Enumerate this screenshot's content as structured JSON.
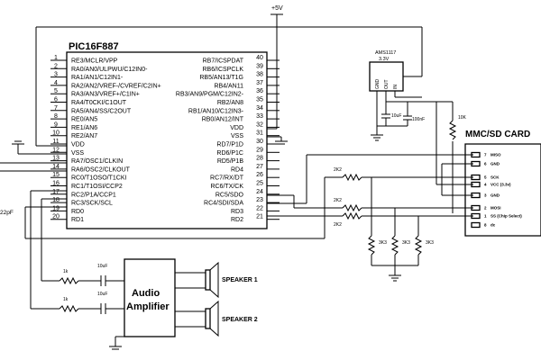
{
  "power": {
    "vcc": "+5V"
  },
  "mcu": {
    "name": "PIC16F887",
    "left_pins": [
      {
        "num": "1",
        "name": "RE3/MCLR/VPP"
      },
      {
        "num": "2",
        "name": "RA0/AN0/ULPWU/C12IN0-"
      },
      {
        "num": "3",
        "name": "RA1/AN1/C12IN1-"
      },
      {
        "num": "4",
        "name": "RA2/AN2/VREF-/CVREF/C2IN+"
      },
      {
        "num": "5",
        "name": "RA3/AN3/VREF+/C1IN+"
      },
      {
        "num": "6",
        "name": "RA4/T0CKI/C1OUT"
      },
      {
        "num": "7",
        "name": "RA5/AN4/SS/C2OUT"
      },
      {
        "num": "8",
        "name": "RE0/AN5"
      },
      {
        "num": "9",
        "name": "RE1/AN6"
      },
      {
        "num": "10",
        "name": "RE2/AN7"
      },
      {
        "num": "11",
        "name": "VDD"
      },
      {
        "num": "12",
        "name": "VSS"
      },
      {
        "num": "13",
        "name": "RA7/OSC1/CLKIN"
      },
      {
        "num": "14",
        "name": "RA6/OSC2/CLKOUT"
      },
      {
        "num": "15",
        "name": "RC0/T1OSO/T1CKI"
      },
      {
        "num": "16",
        "name": "RC1/T1OSI/CCP2"
      },
      {
        "num": "17",
        "name": "RC2/P1A/CCP1"
      },
      {
        "num": "18",
        "name": "RC3/SCK/SCL"
      },
      {
        "num": "19",
        "name": "RD0"
      },
      {
        "num": "20",
        "name": "RD1"
      }
    ],
    "right_pins": [
      {
        "num": "40",
        "name": "RB7/ICSPDAT"
      },
      {
        "num": "39",
        "name": "RB6/ICSPCLK"
      },
      {
        "num": "38",
        "name": "RB5/AN13/T1G"
      },
      {
        "num": "37",
        "name": "RB4/AN11"
      },
      {
        "num": "36",
        "name": "RB3/AN9/PGM/C12IN2-"
      },
      {
        "num": "35",
        "name": "RB2/AN8"
      },
      {
        "num": "34",
        "name": "RB1/AN10/C12IN3-"
      },
      {
        "num": "33",
        "name": "RB0/AN12/INT"
      },
      {
        "num": "32",
        "name": "VDD"
      },
      {
        "num": "31",
        "name": "VSS"
      },
      {
        "num": "30",
        "name": "RD7/P1D"
      },
      {
        "num": "29",
        "name": "RD6/P1C"
      },
      {
        "num": "28",
        "name": "RD5/P1B"
      },
      {
        "num": "27",
        "name": "RD4"
      },
      {
        "num": "26",
        "name": "RC7/RX/DT"
      },
      {
        "num": "25",
        "name": "RC6/TX/CK"
      },
      {
        "num": "24",
        "name": "RC5/SDO"
      },
      {
        "num": "23",
        "name": "RC4/SDI/SDA"
      },
      {
        "num": "22",
        "name": "RD3"
      },
      {
        "num": "21",
        "name": "RD2"
      }
    ]
  },
  "regulator": {
    "name": "AMS1117",
    "voltage": "3.3V",
    "pins": [
      "GND",
      "OUT",
      "IN"
    ],
    "cap1": "10uF",
    "cap2": "100nF"
  },
  "resistors": {
    "pullup": "10K",
    "series": [
      "2K2",
      "2K2",
      "2K2"
    ],
    "divider": [
      "3K3",
      "3K3",
      "3K3"
    ],
    "audio": [
      "1k",
      "1k"
    ]
  },
  "audio_caps": [
    "10uF",
    "10uF"
  ],
  "osc_cap": "22pF",
  "sdcard": {
    "title": "MMC/SD CARD",
    "pins": [
      {
        "num": "7",
        "name": "MISO"
      },
      {
        "num": "6",
        "name": "GND"
      },
      {
        "num": "5",
        "name": "SCK"
      },
      {
        "num": "4",
        "name": "VCC (3.3v)"
      },
      {
        "num": "3",
        "name": "GND"
      },
      {
        "num": "2",
        "name": "MOSI"
      },
      {
        "num": "1",
        "name": "SS (Chip Select)"
      },
      {
        "num": "8",
        "name": "dc"
      }
    ]
  },
  "amplifier": {
    "line1": "Audio",
    "line2": "Amplifier"
  },
  "speakers": [
    "SPEAKER 1",
    "SPEAKER 2"
  ]
}
